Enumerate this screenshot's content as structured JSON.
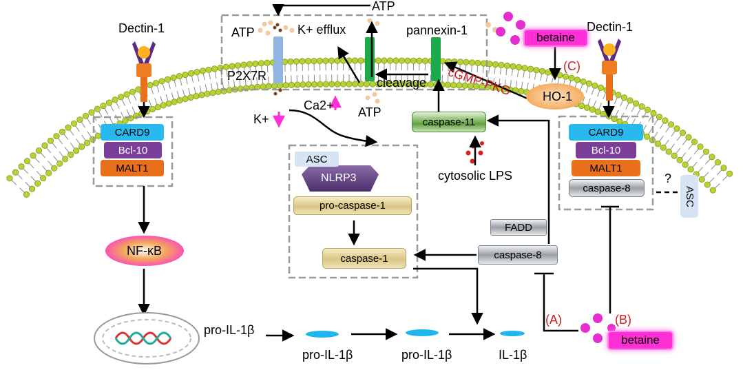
{
  "labels": {
    "dectin_left": "Dectin-1",
    "dectin_right": "Dectin-1",
    "atp_top": "ATP",
    "atp_left": "ATP",
    "atp_bottom": "ATP",
    "k_efflux": "K+ efflux",
    "pannexin": "pannexin-1",
    "p2x7r": "P2X7R",
    "cleavage": "cleavage",
    "cgmp_pkg": "cGMP-PKG",
    "ho1": "HO-1",
    "k_plus": "K+",
    "ca2_plus": "Ca2+",
    "cytosolic_lps": "cytosolic LPS",
    "nfkb": "NF-κB",
    "asc_inner": "ASC",
    "nlrp3": "NLRP3",
    "pro_caspase1": "pro-caspase-1",
    "caspase1": "caspase-1",
    "caspase11": "caspase-11",
    "fadd": "FADD",
    "caspase8_mid": "caspase-8",
    "caspase8_right": "caspase-8",
    "card9_left": "CARD9",
    "bcl10_left": "Bcl-10",
    "malt1_left": "MALT1",
    "card9_right": "CARD9",
    "bcl10_right": "Bcl-10",
    "malt1_right": "MALT1",
    "asc_side": "ASC",
    "question": "?",
    "pro_il1b_1": "pro-IL-1β",
    "pro_il1b_2": "pro-IL-1β",
    "pro_il1b_3": "pro-IL-1β",
    "il1b": "IL-1β",
    "betaine_top": "betaine",
    "betaine_bottom": "betaine",
    "mark_a": "(A)",
    "mark_b": "(B)",
    "mark_c": "(C)"
  },
  "colors": {
    "membrane_head": "#b5d334",
    "membrane_tail": "#8a8a8a",
    "card9": "#28b9ef",
    "bcl10": "#7b3f99",
    "malt1": "#e8701b",
    "betaine": "#ff2fd6",
    "inhibition_marks": "#cc1e1e",
    "il1b_oval": "#1fb6ef",
    "pannexin": "#1ea94a",
    "p2x7r": "#8fb6e3"
  }
}
